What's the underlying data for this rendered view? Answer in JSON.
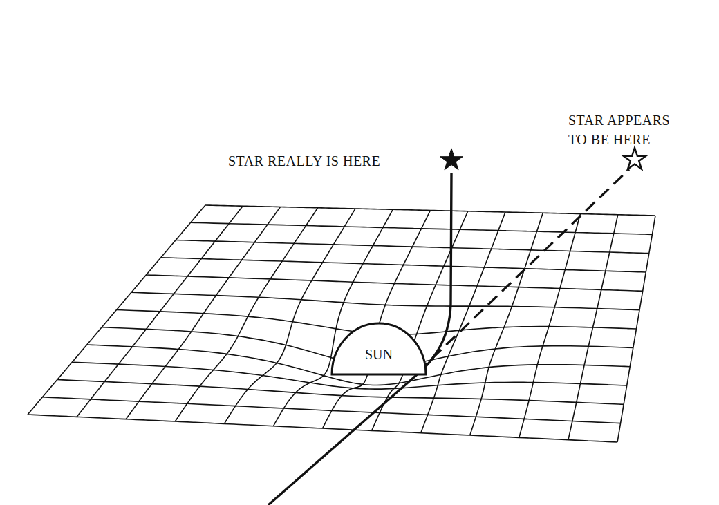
{
  "diagram": {
    "nodes": [
      {
        "text": [
          "SUN"
        ]
      }
    ],
    "labels": [
      "STAR REALLY IS HERE",
      "STAR APPEARS TO BE HERE"
    ]
  }
}
